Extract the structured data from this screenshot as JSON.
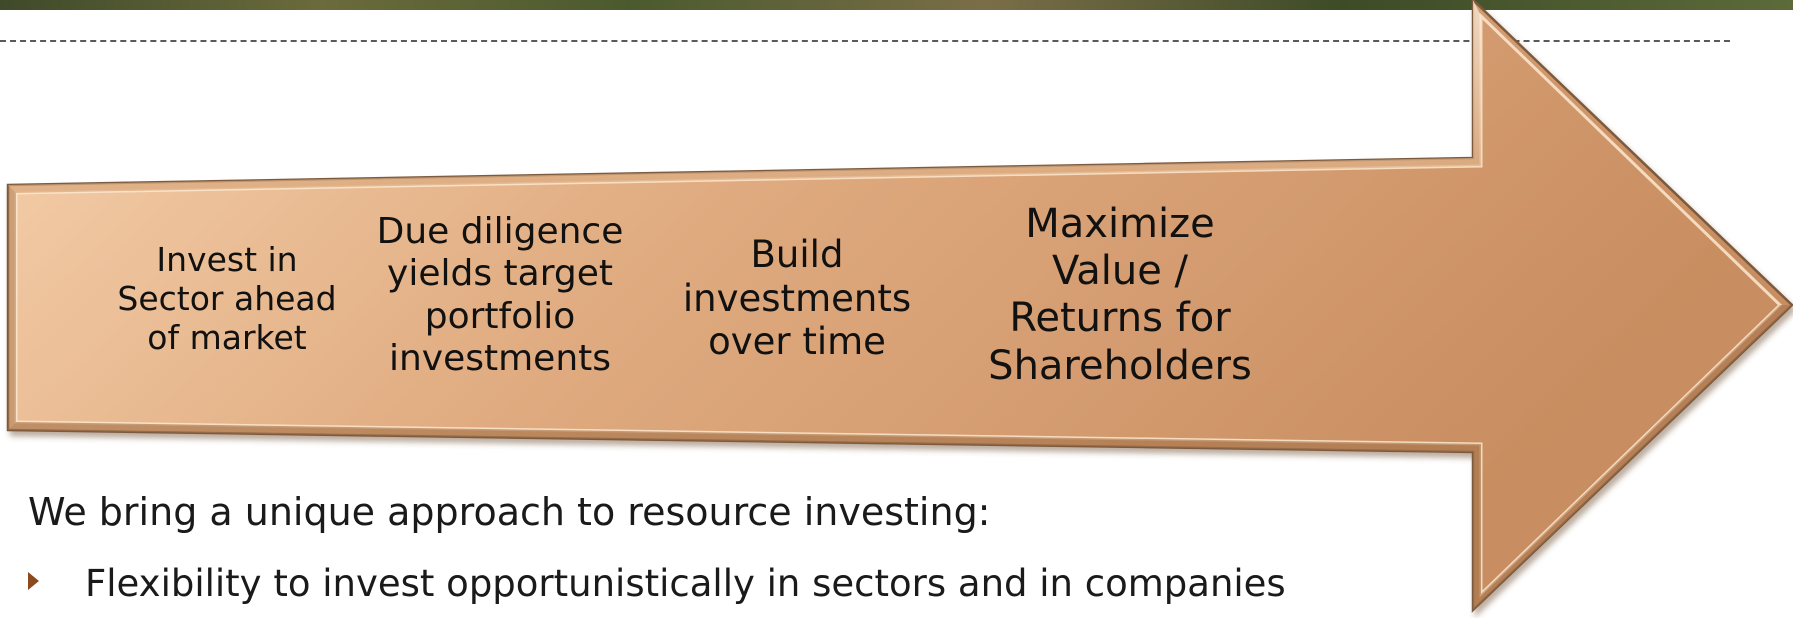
{
  "process_arrow": {
    "steps": [
      {
        "lines": [
          "Invest in",
          "Sector ahead",
          "of market"
        ]
      },
      {
        "lines": [
          "Due diligence",
          "yields target",
          "portfolio",
          "investments"
        ]
      },
      {
        "lines": [
          "Build",
          "investments",
          "over time"
        ]
      },
      {
        "lines": [
          "Maximize",
          "Value /",
          "Returns for",
          "Shareholders"
        ]
      }
    ],
    "colors": {
      "fill_light": "#f2c9a0",
      "fill_mid": "#dca47a",
      "fill_dark": "#c98f62",
      "edge": "#7b5a3e"
    }
  },
  "body_text": {
    "intro": "We bring a unique approach to resource investing:",
    "bullets": [
      {
        "text": "Flexibility to invest opportunistically in sectors and in companies"
      }
    ],
    "bullet_color": "#8a4a1e"
  }
}
